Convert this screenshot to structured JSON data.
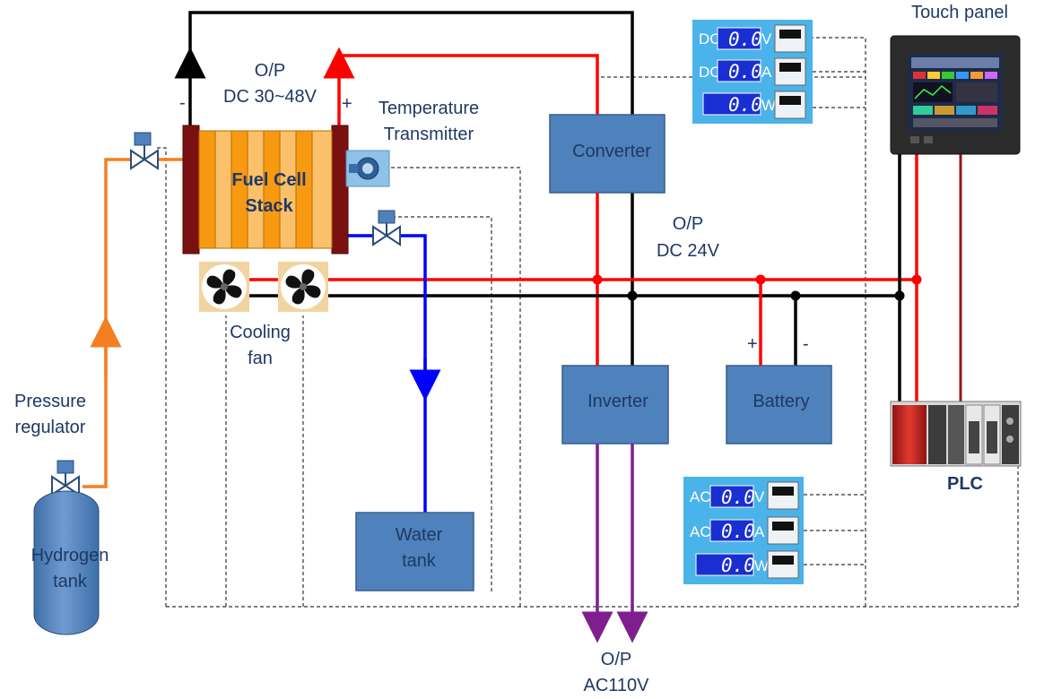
{
  "labels": {
    "op_dc_stack_line1": "O/P",
    "op_dc_stack_line2": "DC 30~48V",
    "stack_minus": "-",
    "stack_plus": "+",
    "temp_transmitter_line1": "Temperature",
    "temp_transmitter_line2": "Transmitter",
    "fuel_cell_line1": "Fuel Cell",
    "fuel_cell_line2": "Stack",
    "cooling_fan_line1": "Cooling",
    "cooling_fan_line2": "fan",
    "pressure_regulator_line1": "Pressure",
    "pressure_regulator_line2": "regulator",
    "hydrogen_tank_line1": "Hydrogen",
    "hydrogen_tank_line2": "tank",
    "op_dc24_line1": "O/P",
    "op_dc24_line2": "DC 24V",
    "battery_plus": "+",
    "battery_minus": "-",
    "op_ac_line1": "O/P",
    "op_ac_line2": "AC110V",
    "touch_panel": "Touch panel",
    "plc": "PLC"
  },
  "boxes": {
    "converter": "Converter",
    "inverter": "Inverter",
    "battery": "Battery",
    "water_tank_line1": "Water",
    "water_tank_line2": "tank"
  },
  "dc_meters": [
    {
      "prefix": "DC",
      "value": "0.0",
      "unit": "V"
    },
    {
      "prefix": "DC",
      "value": "0.0",
      "unit": "A"
    },
    {
      "prefix": "",
      "value": "0.0",
      "unit": "W"
    }
  ],
  "ac_meters": [
    {
      "prefix": "AC",
      "value": "0.0",
      "unit": "V"
    },
    {
      "prefix": "AC",
      "value": "0.0",
      "unit": "A"
    },
    {
      "prefix": "",
      "value": "0.0",
      "unit": "W"
    }
  ],
  "colors": {
    "box_fill": "#4f81bd",
    "box_stroke": "#385d8a",
    "hydrogen_line": "#f47f20",
    "positive_line": "#ff0000",
    "negative_line": "#000000",
    "water_line": "#0000ff",
    "ac_line": "#7f1f8f",
    "stack_orange": "#f79a12",
    "stack_end": "#7b1010"
  }
}
